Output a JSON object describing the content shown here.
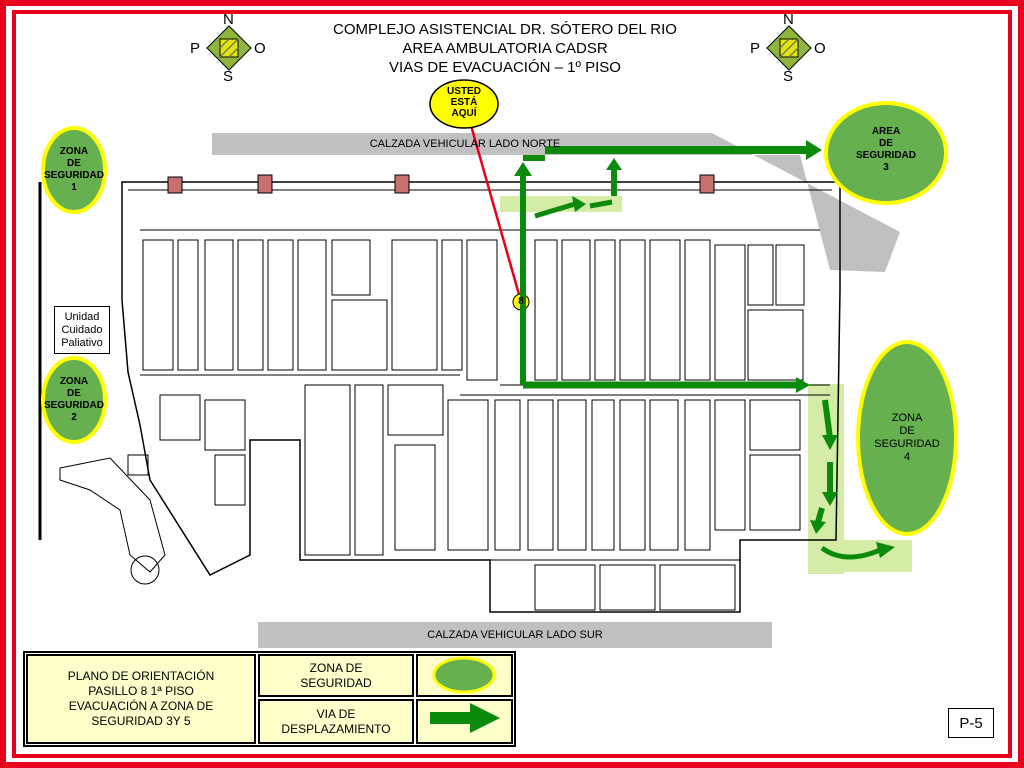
{
  "title": {
    "line1": "COMPLEJO ASISTENCIAL DR. SÓTERO DEL RIO",
    "line2": "AREA AMBULATORIA CADSR",
    "line3": "VIAS DE EVACUACIÓN – 1º PISO"
  },
  "compass": {
    "north": "N",
    "south": "S",
    "west": "P",
    "east": "O"
  },
  "you_are_here": {
    "line1": "USTED",
    "line2": "ESTÁ",
    "line3": "AQUÍ"
  },
  "hallway_marker": "8",
  "roads": {
    "north": "CALZADA VEHICULAR LADO NORTE",
    "south": "CALZADA VEHICULAR LADO SUR"
  },
  "zones": {
    "z1": {
      "l1": "ZONA",
      "l2": "DE",
      "l3": "SEGURIDAD",
      "l4": "1"
    },
    "z2": {
      "l1": "ZONA",
      "l2": "DE",
      "l3": "SEGURIDAD",
      "l4": "2"
    },
    "z3": {
      "l1": "AREA",
      "l2": "DE",
      "l3": "SEGURIDAD",
      "l4": "3"
    },
    "z4": {
      "l1": "ZONA",
      "l2": "DE",
      "l3": "SEGURIDAD",
      "l4": "4"
    }
  },
  "palliative": {
    "l1": "Unidad",
    "l2": "Cuidado",
    "l3": "Paliativo"
  },
  "legend": {
    "description_l1": "PLANO DE ORIENTACIÓN",
    "description_l2": "PASILLO 8 1ª PISO",
    "description_l3": "EVACUACIÓN A ZONA DE",
    "description_l4": "SEGURIDAD 3Y 5",
    "zone_l1": "ZONA DE",
    "zone_l2": "SEGURIDAD",
    "route_l1": "VIA DE",
    "route_l2": "DESPLAZAMIENTO"
  },
  "page_number": "P-5",
  "colors": {
    "frame_red": "#e8001c",
    "zone_green": "#66b050",
    "zone_ring": "#ffff00",
    "arrow_green": "#0b8a0b",
    "road_gray": "#c0c0c0",
    "route_highlight": "#d4eca6",
    "legend_fill": "#ffffcc"
  }
}
